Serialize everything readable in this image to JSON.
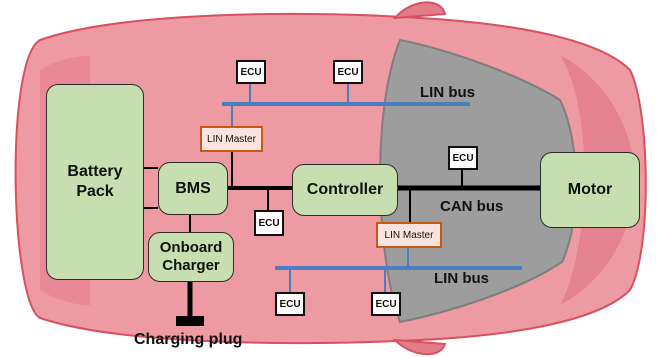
{
  "components": {
    "battery_pack": "Battery Pack",
    "bms": "BMS",
    "controller": "Controller",
    "motor": "Motor",
    "onboard_charger": "Onboard Charger"
  },
  "ecu_label": "ECU",
  "lin_master_label": "LIN Master",
  "buses": {
    "lin_top": "LIN bus",
    "can": "CAN bus",
    "lin_bottom": "LIN bus"
  },
  "charging_plug_label": "Charging plug",
  "colors": {
    "car_body": "#ee9aa3",
    "car_outline": "#d9505f",
    "cabin": "#9d9d9d",
    "component_fill": "#c7dfb0",
    "lin_bus": "#4a7ec0",
    "can_bus": "#000000",
    "lin_master_border": "#c55a11"
  }
}
